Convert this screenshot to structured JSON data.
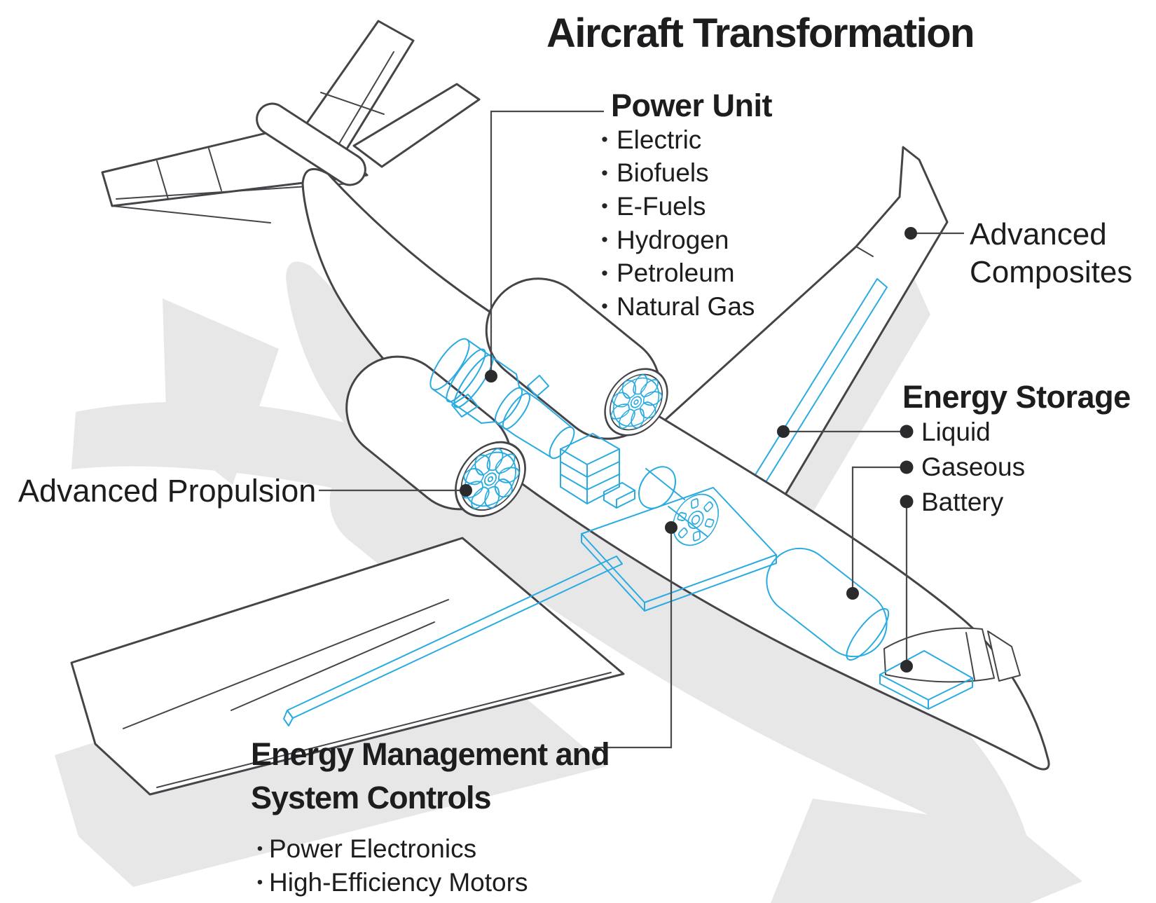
{
  "title": "Aircraft Transformation",
  "ui": {
    "bullet": "•"
  },
  "colors": {
    "accent_blue": "#29ABE2",
    "outline_dark": "#454449",
    "shadow_gray": "#E7E7E7",
    "text": "#1D1C1E"
  },
  "labels": {
    "power_unit": {
      "heading": "Power Unit",
      "items": [
        "Electric",
        "Biofuels",
        "E-Fuels",
        "Hydrogen",
        "Petroleum",
        "Natural Gas"
      ]
    },
    "advanced_composites": {
      "line1": "Advanced",
      "line2": "Composites"
    },
    "energy_storage": {
      "heading": "Energy Storage",
      "items": [
        "Liquid",
        "Gaseous",
        "Battery"
      ]
    },
    "advanced_propulsion": {
      "heading": "Advanced Propulsion"
    },
    "energy_management": {
      "line1": "Energy Management and",
      "line2": "System Controls",
      "items": [
        "Power Electronics",
        "High-Efficiency Motors"
      ]
    }
  }
}
